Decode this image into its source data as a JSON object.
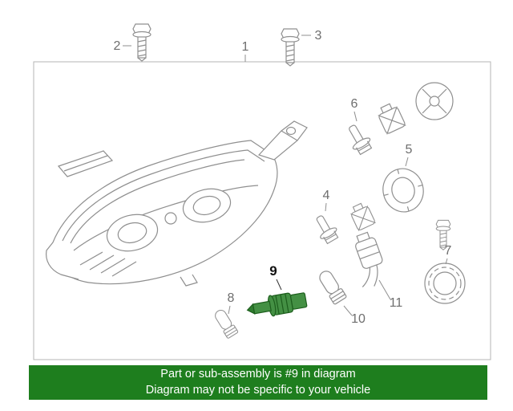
{
  "diagram": {
    "selected_part": "9",
    "parts": [
      "1",
      "2",
      "3",
      "4",
      "5",
      "6",
      "7",
      "8",
      "9",
      "10",
      "11"
    ],
    "colors": {
      "line": "#8f8f8f",
      "label": "#6e6e6e",
      "border": "#b5b5b5",
      "highlight": "#449044",
      "highlight_stroke": "#1d5e1d",
      "highlight_label": "#111111"
    }
  },
  "banner": {
    "line1": "Part or sub-assembly is #9 in diagram",
    "line2": "Diagram may not be specific to your vehicle",
    "colors": {
      "background": "#1e7e1e",
      "text": "#ffffff"
    }
  }
}
